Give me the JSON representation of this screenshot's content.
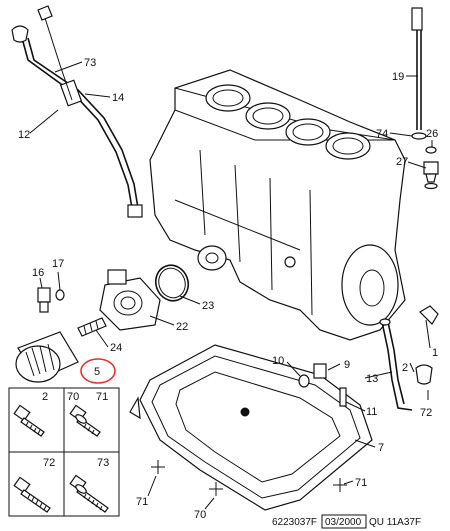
{
  "labels": {
    "c2_box": "2",
    "c70_box": "70",
    "c71_box": "71",
    "c72_box": "72",
    "c73_box": "73",
    "c12": "12",
    "c73": "73",
    "c14": "14",
    "c19": "19",
    "c74": "74",
    "c26": "26",
    "c27": "27",
    "c16": "16",
    "c17": "17",
    "c23": "23",
    "c22": "22",
    "c24": "24",
    "c5": "5",
    "c1": "1",
    "c2": "2",
    "c72": "72",
    "c10": "10",
    "c9": "9",
    "c13": "13",
    "c11": "11",
    "c7": "7",
    "c71_a": "71",
    "c70": "70",
    "c71_b": "71"
  },
  "footer": {
    "ref": "6223037F",
    "date": "03/2000",
    "code": "QU 11A37F"
  },
  "highlight_color": "#e8312a"
}
